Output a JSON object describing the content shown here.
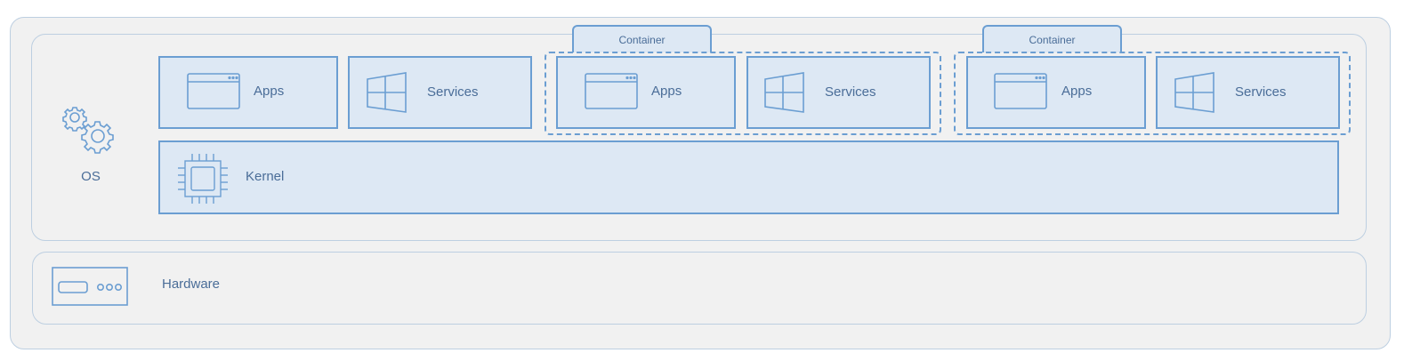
{
  "os": {
    "label": "OS",
    "icon": "gears-icon"
  },
  "host": {
    "apps_label": "Apps",
    "services_label": "Services"
  },
  "containers": [
    {
      "tab_label": "Container",
      "apps_label": "Apps",
      "services_label": "Services"
    },
    {
      "tab_label": "Container",
      "apps_label": "Apps",
      "services_label": "Services"
    }
  ],
  "kernel": {
    "label": "Kernel",
    "icon": "chip-icon"
  },
  "hardware": {
    "label": "Hardware",
    "icon": "server-icon"
  },
  "colors": {
    "stroke": "#6b9ed2",
    "fill": "#dde8f4",
    "text": "#4a6d98",
    "panel": "#f1f1f1"
  }
}
